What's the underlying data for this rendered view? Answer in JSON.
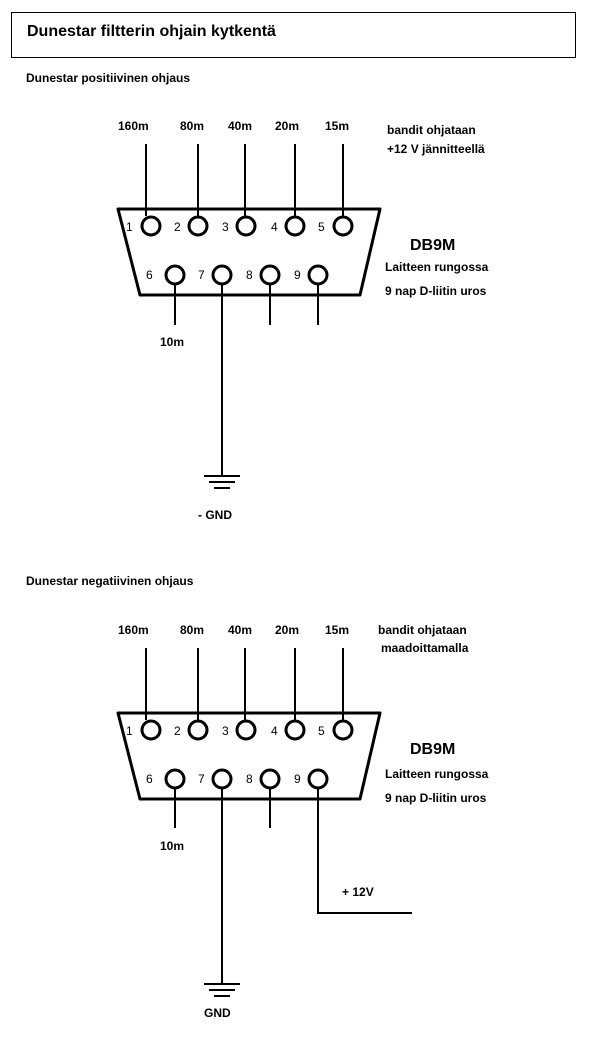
{
  "title": "Dunestar filtterin ohjain kytkentä",
  "positive": {
    "heading": "Dunestar positiivinen ohjaus",
    "bands": [
      "160m",
      "80m",
      "40m",
      "20m",
      "15m"
    ],
    "note_line1": "bandit ohjataan",
    "note_line2": "+12 V jännitteellä",
    "connector_name": "DB9M",
    "desc_line1": "Laitteen rungossa",
    "desc_line2": "9 nap D-liitin uros",
    "pins_top": [
      "1",
      "2",
      "3",
      "4",
      "5"
    ],
    "pins_bottom": [
      "6",
      "7",
      "8",
      "9"
    ],
    "band_10m": "10m",
    "ground_label": "- GND"
  },
  "negative": {
    "heading": "Dunestar  negatiivinen ohjaus",
    "bands": [
      "160m",
      "80m",
      "40m",
      "20m",
      "15m"
    ],
    "note_line1": "bandit ohjataan",
    "note_line2": "maadoittamalla",
    "connector_name": "DB9M",
    "desc_line1": "Laitteen rungossa",
    "desc_line2": "9 nap D-liitin uros",
    "pins_top": [
      "1",
      "2",
      "3",
      "4",
      "5"
    ],
    "pins_bottom": [
      "6",
      "7",
      "8",
      "9"
    ],
    "band_10m": "10m",
    "supply_label": "+ 12V",
    "ground_label": "GND"
  }
}
